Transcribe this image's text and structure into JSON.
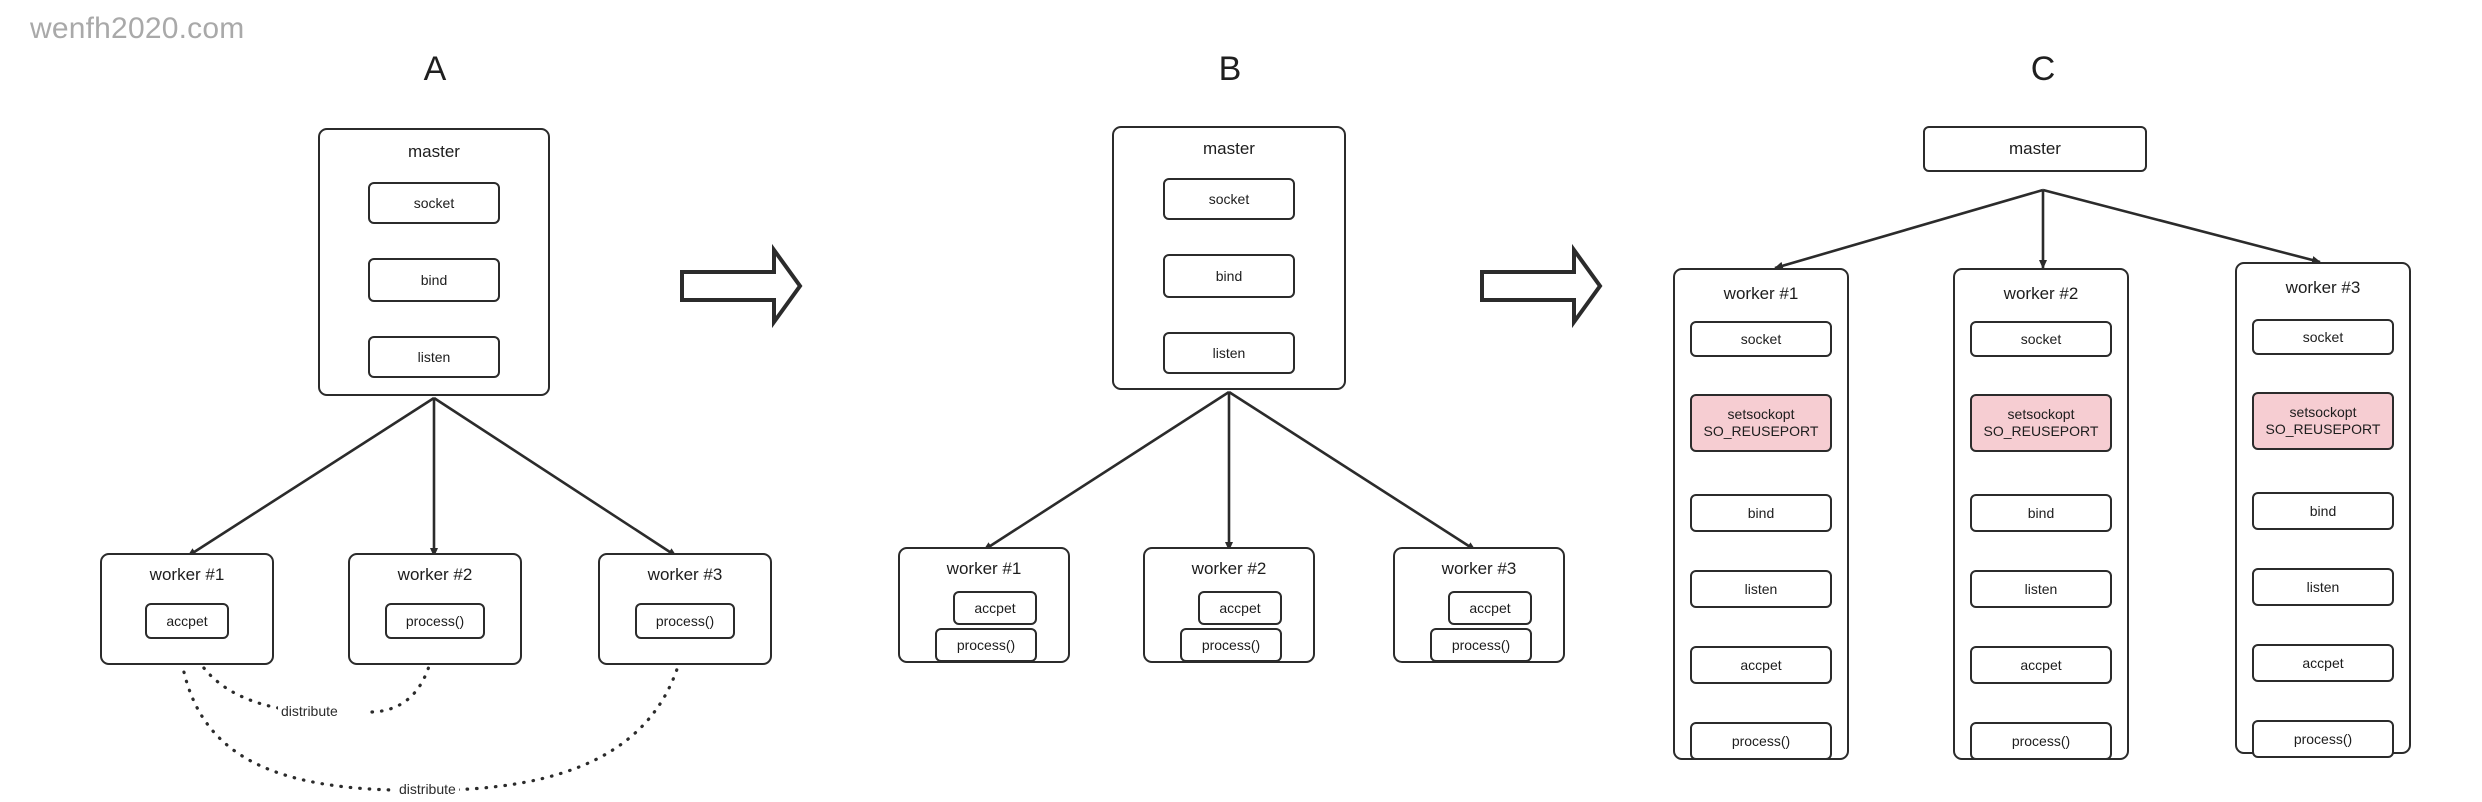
{
  "watermark": "wenfh2020.com",
  "panels": [
    {
      "id": "A",
      "label": "A",
      "master": {
        "title": "master",
        "steps": [
          "socket",
          "bind",
          "listen"
        ]
      },
      "workers": [
        {
          "title": "worker #1",
          "steps": [
            "accpet"
          ]
        },
        {
          "title": "worker #2",
          "steps": [
            "process()"
          ]
        },
        {
          "title": "worker #3",
          "steps": [
            "process()"
          ]
        }
      ],
      "distribute_labels": [
        "distribute",
        "distribute"
      ]
    },
    {
      "id": "B",
      "label": "B",
      "master": {
        "title": "master",
        "steps": [
          "socket",
          "bind",
          "listen"
        ]
      },
      "workers": [
        {
          "title": "worker #1",
          "steps": [
            "accpet",
            "process()"
          ]
        },
        {
          "title": "worker #2",
          "steps": [
            "accpet",
            "process()"
          ]
        },
        {
          "title": "worker #3",
          "steps": [
            "accpet",
            "process()"
          ]
        }
      ]
    },
    {
      "id": "C",
      "label": "C",
      "master": {
        "title": "master",
        "steps": []
      },
      "workers": [
        {
          "title": "worker #1",
          "steps": [
            "socket",
            "setsockopt\nSO_REUSEPORT",
            "bind",
            "listen",
            "accpet",
            "process()"
          ]
        },
        {
          "title": "worker #2",
          "steps": [
            "socket",
            "setsockopt\nSO_REUSEPORT",
            "bind",
            "listen",
            "accpet",
            "process()"
          ]
        },
        {
          "title": "worker #3",
          "steps": [
            "socket",
            "setsockopt\nSO_REUSEPORT",
            "bind",
            "listen",
            "accpet",
            "process()"
          ]
        }
      ]
    }
  ],
  "reuseport": {
    "line1": "setsockopt",
    "line2": "SO_REUSEPORT",
    "highlight_color": "#f6cdd2"
  },
  "transition_arrows": [
    "block-arrow-right",
    "block-arrow-right"
  ],
  "colors": {
    "stroke": "#2b2b2b",
    "text": "#1d1d1d",
    "watermark": "#a9a9a9",
    "background": "#ffffff"
  },
  "a": {
    "master_title": "master",
    "m1": "socket",
    "m2": "bind",
    "m3": "listen",
    "w1_title": "worker #1",
    "w1_s1": "accpet",
    "w2_title": "worker #2",
    "w2_s1": "process()",
    "w3_title": "worker #3",
    "w3_s1": "process()",
    "d1": "distribute",
    "d2": "distribute"
  },
  "b": {
    "master_title": "master",
    "m1": "socket",
    "m2": "bind",
    "m3": "listen",
    "w1_title": "worker #1",
    "w1_s1": "accpet",
    "w1_s2": "process()",
    "w2_title": "worker #2",
    "w2_s1": "accpet",
    "w2_s2": "process()",
    "w3_title": "worker #3",
    "w3_s1": "accpet",
    "w3_s2": "process()"
  },
  "c": {
    "master_title": "master",
    "w1_title": "worker #1",
    "w2_title": "worker #2",
    "w3_title": "worker #3",
    "s_socket": "socket",
    "s_bind": "bind",
    "s_listen": "listen",
    "s_accept": "accpet",
    "s_process": "process()"
  }
}
